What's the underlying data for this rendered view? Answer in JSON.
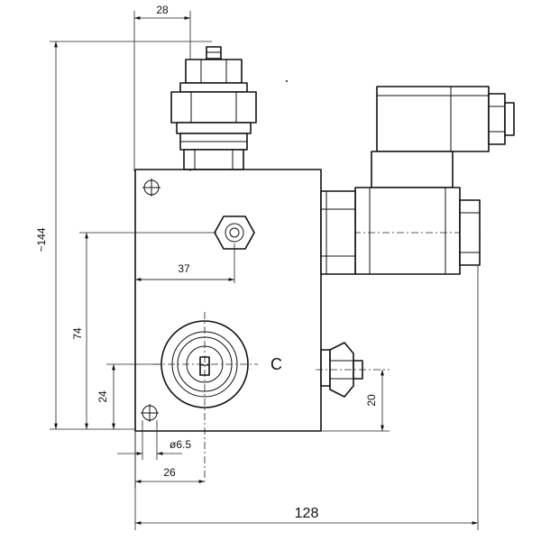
{
  "dimensions": {
    "top_width": "28",
    "overall_height": "~144",
    "port_offset_x": "37",
    "port_height": "74",
    "hole_height": "24",
    "hole_diameter": "ø6.5",
    "hole_offset_x": "26",
    "right_fitting_height": "20",
    "overall_width": "128"
  },
  "port_label": "C"
}
